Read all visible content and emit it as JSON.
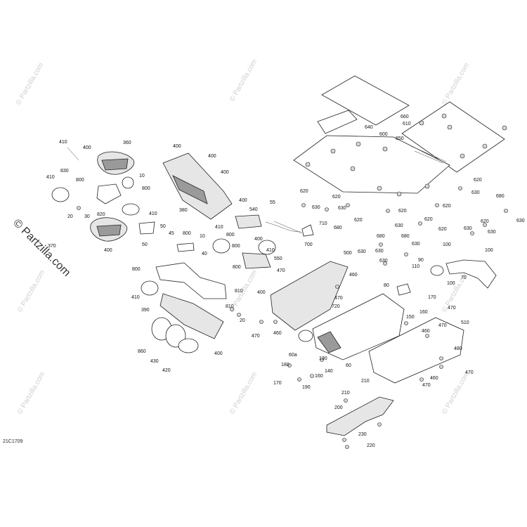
{
  "diagram_code": "21C1709",
  "watermark_main": "© Partzilla.com",
  "watermark_repeat": "© Partzilla.com",
  "callouts": [
    {
      "id": "c410a",
      "text": "410"
    },
    {
      "id": "c400a",
      "text": "400"
    },
    {
      "id": "c360",
      "text": "360"
    },
    {
      "id": "c830",
      "text": "830"
    },
    {
      "id": "c10a",
      "text": "10"
    },
    {
      "id": "c410b",
      "text": "410"
    },
    {
      "id": "c800a",
      "text": "800"
    },
    {
      "id": "c800b",
      "text": "800"
    },
    {
      "id": "c20a",
      "text": "20"
    },
    {
      "id": "c30",
      "text": "30"
    },
    {
      "id": "c820",
      "text": "820"
    },
    {
      "id": "c410c",
      "text": "410"
    },
    {
      "id": "c370",
      "text": "370"
    },
    {
      "id": "c400b",
      "text": "400"
    },
    {
      "id": "c50a",
      "text": "50"
    },
    {
      "id": "c50b",
      "text": "50"
    },
    {
      "id": "c45",
      "text": "45"
    },
    {
      "id": "c400c",
      "text": "400"
    },
    {
      "id": "c400d",
      "text": "400"
    },
    {
      "id": "c400e",
      "text": "400"
    },
    {
      "id": "c380",
      "text": "380"
    },
    {
      "id": "c800c",
      "text": "800"
    },
    {
      "id": "c10b",
      "text": "10"
    },
    {
      "id": "c40",
      "text": "40"
    },
    {
      "id": "c800d",
      "text": "800"
    },
    {
      "id": "c410d",
      "text": "410"
    },
    {
      "id": "c390",
      "text": "390"
    },
    {
      "id": "c860",
      "text": "860"
    },
    {
      "id": "c430",
      "text": "430"
    },
    {
      "id": "c420",
      "text": "420"
    },
    {
      "id": "c400f",
      "text": "400"
    },
    {
      "id": "c810a",
      "text": "810"
    },
    {
      "id": "c810b",
      "text": "810"
    },
    {
      "id": "c20b",
      "text": "20"
    },
    {
      "id": "c400g",
      "text": "400"
    },
    {
      "id": "c540",
      "text": "540"
    },
    {
      "id": "c55",
      "text": "55"
    },
    {
      "id": "c410e",
      "text": "410"
    },
    {
      "id": "c800e",
      "text": "800"
    },
    {
      "id": "c400h",
      "text": "400"
    },
    {
      "id": "c550",
      "text": "550"
    },
    {
      "id": "c800f",
      "text": "800"
    },
    {
      "id": "c410f",
      "text": "410"
    },
    {
      "id": "c800g",
      "text": "800"
    },
    {
      "id": "c470a",
      "text": "470"
    },
    {
      "id": "c400i",
      "text": "400"
    },
    {
      "id": "c710",
      "text": "710"
    },
    {
      "id": "c700",
      "text": "700"
    },
    {
      "id": "c680a",
      "text": "680"
    },
    {
      "id": "c620a",
      "text": "620"
    },
    {
      "id": "c620b",
      "text": "620"
    },
    {
      "id": "c630a",
      "text": "630"
    },
    {
      "id": "c630b",
      "text": "630"
    },
    {
      "id": "c620c",
      "text": "620"
    },
    {
      "id": "c630c",
      "text": "630"
    },
    {
      "id": "c660",
      "text": "660"
    },
    {
      "id": "c610",
      "text": "610"
    },
    {
      "id": "c640",
      "text": "640"
    },
    {
      "id": "c600",
      "text": "600"
    },
    {
      "id": "c650",
      "text": "650"
    },
    {
      "id": "c620d",
      "text": "620"
    },
    {
      "id": "c630d",
      "text": "630"
    },
    {
      "id": "c680b",
      "text": "680"
    },
    {
      "id": "c620e",
      "text": "620"
    },
    {
      "id": "c620f",
      "text": "620"
    },
    {
      "id": "c630e",
      "text": "630"
    },
    {
      "id": "c620g",
      "text": "620"
    },
    {
      "id": "c630f",
      "text": "630"
    },
    {
      "id": "c620h",
      "text": "620"
    },
    {
      "id": "c630g",
      "text": "630"
    },
    {
      "id": "c630h",
      "text": "630"
    },
    {
      "id": "c620i",
      "text": "620"
    },
    {
      "id": "c680c",
      "text": "680"
    },
    {
      "id": "c680d",
      "text": "680"
    },
    {
      "id": "c630i",
      "text": "630"
    },
    {
      "id": "c630j",
      "text": "630"
    },
    {
      "id": "c630k",
      "text": "630"
    },
    {
      "id": "c100a",
      "text": "100"
    },
    {
      "id": "c100b",
      "text": "100"
    },
    {
      "id": "c90",
      "text": "90"
    },
    {
      "id": "c110",
      "text": "110"
    },
    {
      "id": "c70",
      "text": "70"
    },
    {
      "id": "c100c",
      "text": "100"
    },
    {
      "id": "c500",
      "text": "500"
    },
    {
      "id": "c460a",
      "text": "460"
    },
    {
      "id": "c470b",
      "text": "470"
    },
    {
      "id": "c80",
      "text": "80"
    },
    {
      "id": "c720",
      "text": "720"
    },
    {
      "id": "c160a",
      "text": "160"
    },
    {
      "id": "c170a",
      "text": "170"
    },
    {
      "id": "c470c",
      "text": "470"
    },
    {
      "id": "c150",
      "text": "150"
    },
    {
      "id": "c470d",
      "text": "470"
    },
    {
      "id": "c460b",
      "text": "460"
    },
    {
      "id": "c510",
      "text": "510"
    },
    {
      "id": "c470e",
      "text": "470"
    },
    {
      "id": "c60a",
      "text": "60a"
    },
    {
      "id": "c60",
      "text": "60"
    },
    {
      "id": "c130",
      "text": "130"
    },
    {
      "id": "c140",
      "text": "140"
    },
    {
      "id": "c180",
      "text": "180"
    },
    {
      "id": "c160b",
      "text": "160"
    },
    {
      "id": "c170b",
      "text": "170"
    },
    {
      "id": "c190",
      "text": "190"
    },
    {
      "id": "c480",
      "text": "480"
    },
    {
      "id": "c470f",
      "text": "470"
    },
    {
      "id": "c460c",
      "text": "460"
    },
    {
      "id": "c470g",
      "text": "470"
    },
    {
      "id": "c210a",
      "text": "210"
    },
    {
      "id": "c210b",
      "text": "210"
    },
    {
      "id": "c200",
      "text": "200"
    },
    {
      "id": "c230",
      "text": "230"
    },
    {
      "id": "c220",
      "text": "220"
    },
    {
      "id": "c460d",
      "text": "460"
    }
  ]
}
